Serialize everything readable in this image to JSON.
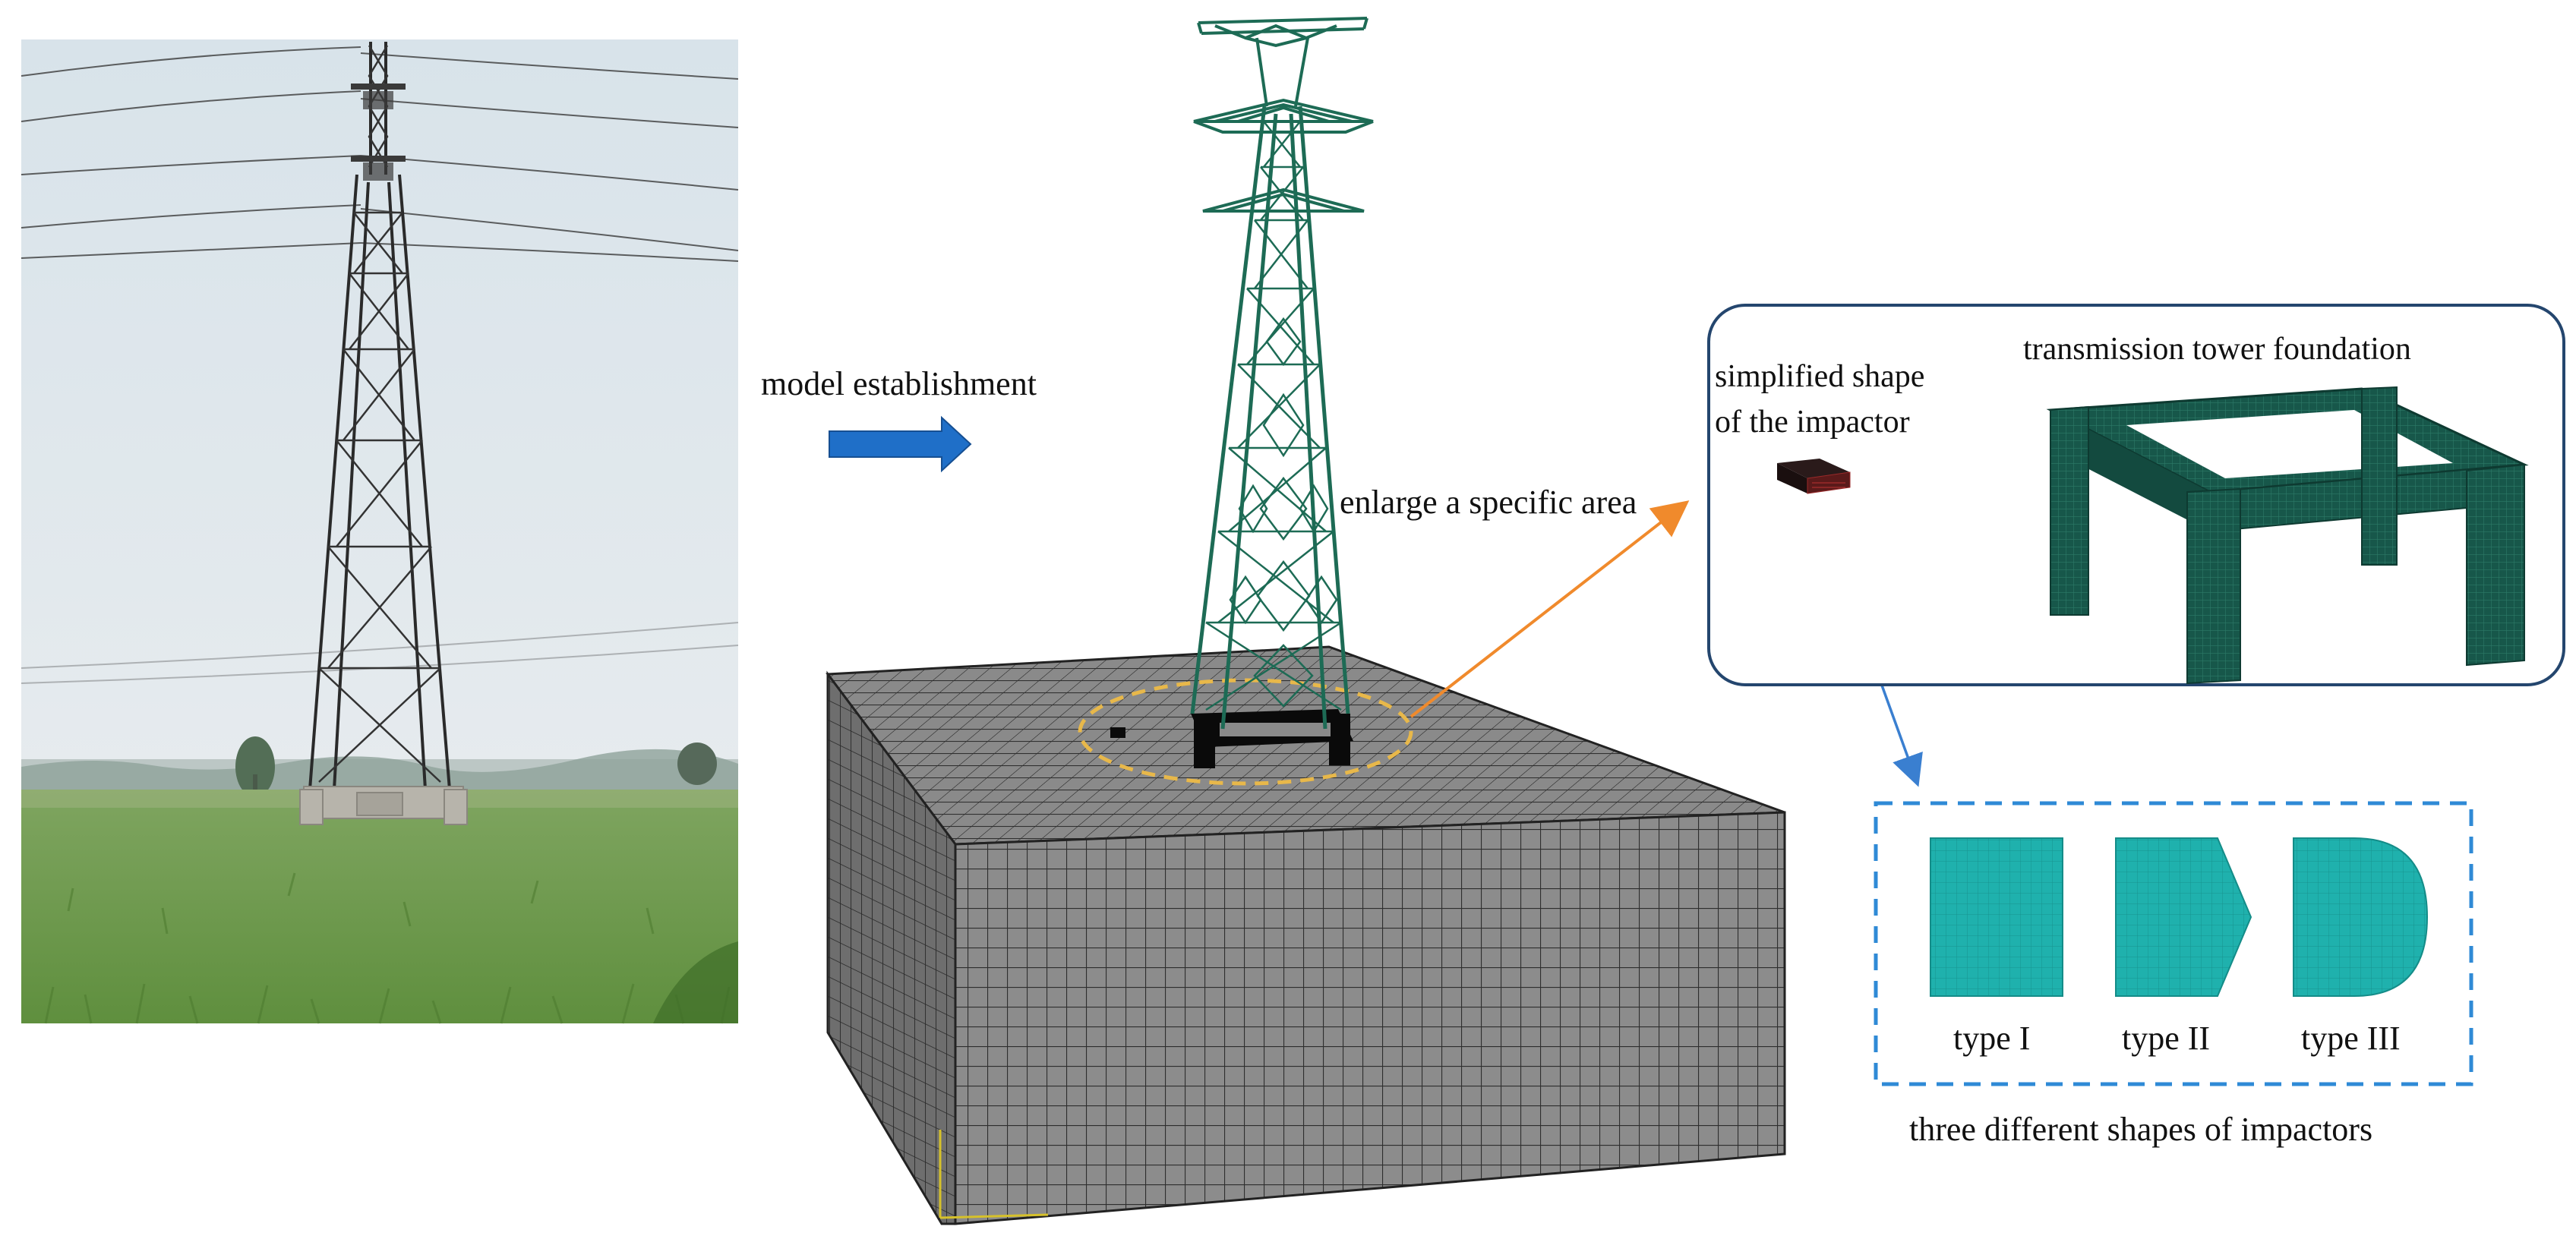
{
  "labels": {
    "model_establishment": "model establishment",
    "enlarge_area": "enlarge a specific area",
    "simplified_shape_line1": "simplified shape",
    "simplified_shape_line2": "of the impactor",
    "foundation": "transmission tower foundation",
    "type1": "type I",
    "type2": "type II",
    "type3": "type III",
    "three_shapes": "three different shapes of impactors"
  },
  "colors": {
    "tower_green": "#1d6b55",
    "teal_fill": "#1fb1ad",
    "mesh_gray": "#7a7a7a",
    "arrow_blue": "#1f6fc8",
    "leader_orange": "#f08a2c",
    "leader_blue": "#3a7fd0",
    "dashed_circle": "#e8b84a",
    "box_outline": "#24466e",
    "dashed_box": "#2f8ad6"
  },
  "icons": {
    "flow_arrow": "right-arrow-icon",
    "photo": "transmission-tower-photo"
  }
}
